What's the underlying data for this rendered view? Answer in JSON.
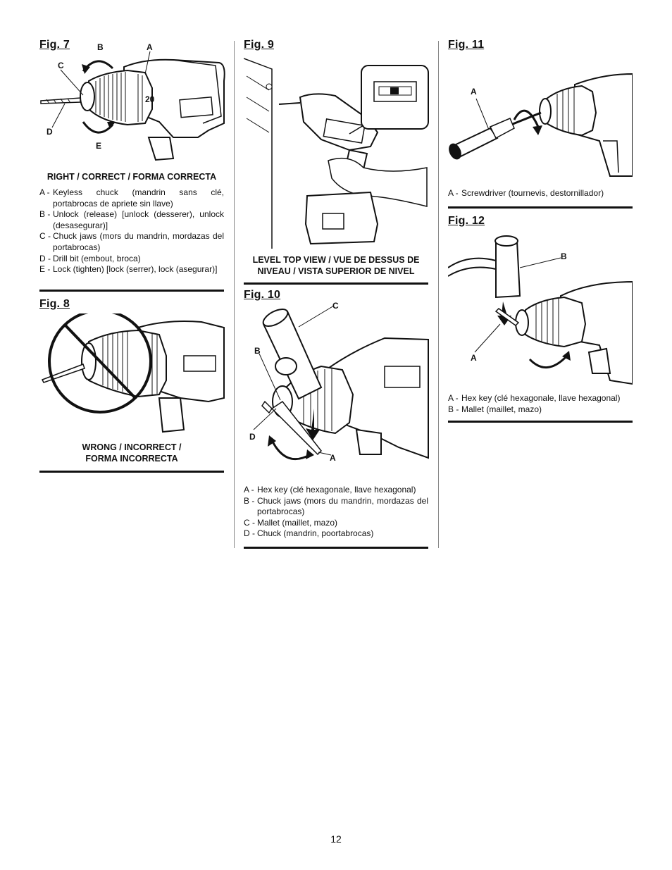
{
  "page_number": "12",
  "fig7": {
    "title": "Fig. 7",
    "callouts": {
      "a": "A",
      "b": "B",
      "c": "C",
      "d": "D",
      "e": "E"
    },
    "caption": "RIGHT / CORRECT / FORMA CORRECTA",
    "legend": [
      {
        "key": "A -",
        "text": "Keyless chuck (mandrin sans clé, portabrocas de apriete sin llave)"
      },
      {
        "key": "B -",
        "text": "Unlock (release) [unlock (desserer), unlock (desasegurar)]"
      },
      {
        "key": "C -",
        "text": "Chuck jaws (mors du mandrin, mordazas del portabrocas)"
      },
      {
        "key": "D -",
        "text": "Drill bit (embout, broca)"
      },
      {
        "key": "E -",
        "text": "Lock (tighten) [lock (serrer), lock (asegurar)]"
      }
    ]
  },
  "fig8": {
    "title": "Fig. 8",
    "caption_line1": "WRONG / INCORRECT /",
    "caption_line2": "FORMA INCORRECTA"
  },
  "fig9": {
    "title": "Fig. 9",
    "caption_line1": "LEVEL TOP VIEW / VUE DE DESSUS DE",
    "caption_line2": "NIVEAU / VISTA SUPERIOR  DE NIVEL"
  },
  "fig10": {
    "title": "Fig. 10",
    "callouts": {
      "a": "A",
      "b": "B",
      "c": "C",
      "d": "D"
    },
    "legend": [
      {
        "key": "A -",
        "text": "Hex key (clé hexagonale, llave hexagonal)"
      },
      {
        "key": "B -",
        "text": "Chuck jaws (mors du mandrin, mordazas del portabrocas)"
      },
      {
        "key": "C -",
        "text": "Mallet (maillet, mazo)"
      },
      {
        "key": "D -",
        "text": "Chuck (mandrin, poortabrocas)"
      }
    ]
  },
  "fig11": {
    "title": "Fig. 11",
    "callouts": {
      "a": "A"
    },
    "legend": [
      {
        "key": "A -",
        "text": "Screwdriver (tournevis, destornillador)"
      }
    ]
  },
  "fig12": {
    "title": "Fig. 12",
    "callouts": {
      "a": "A",
      "b": "B"
    },
    "legend": [
      {
        "key": "A -",
        "text": "Hex key (clé hexagonale, llave hexagonal)"
      },
      {
        "key": "B -",
        "text": "Mallet (maillet, mazo)"
      }
    ]
  },
  "chuck_marking": "20"
}
